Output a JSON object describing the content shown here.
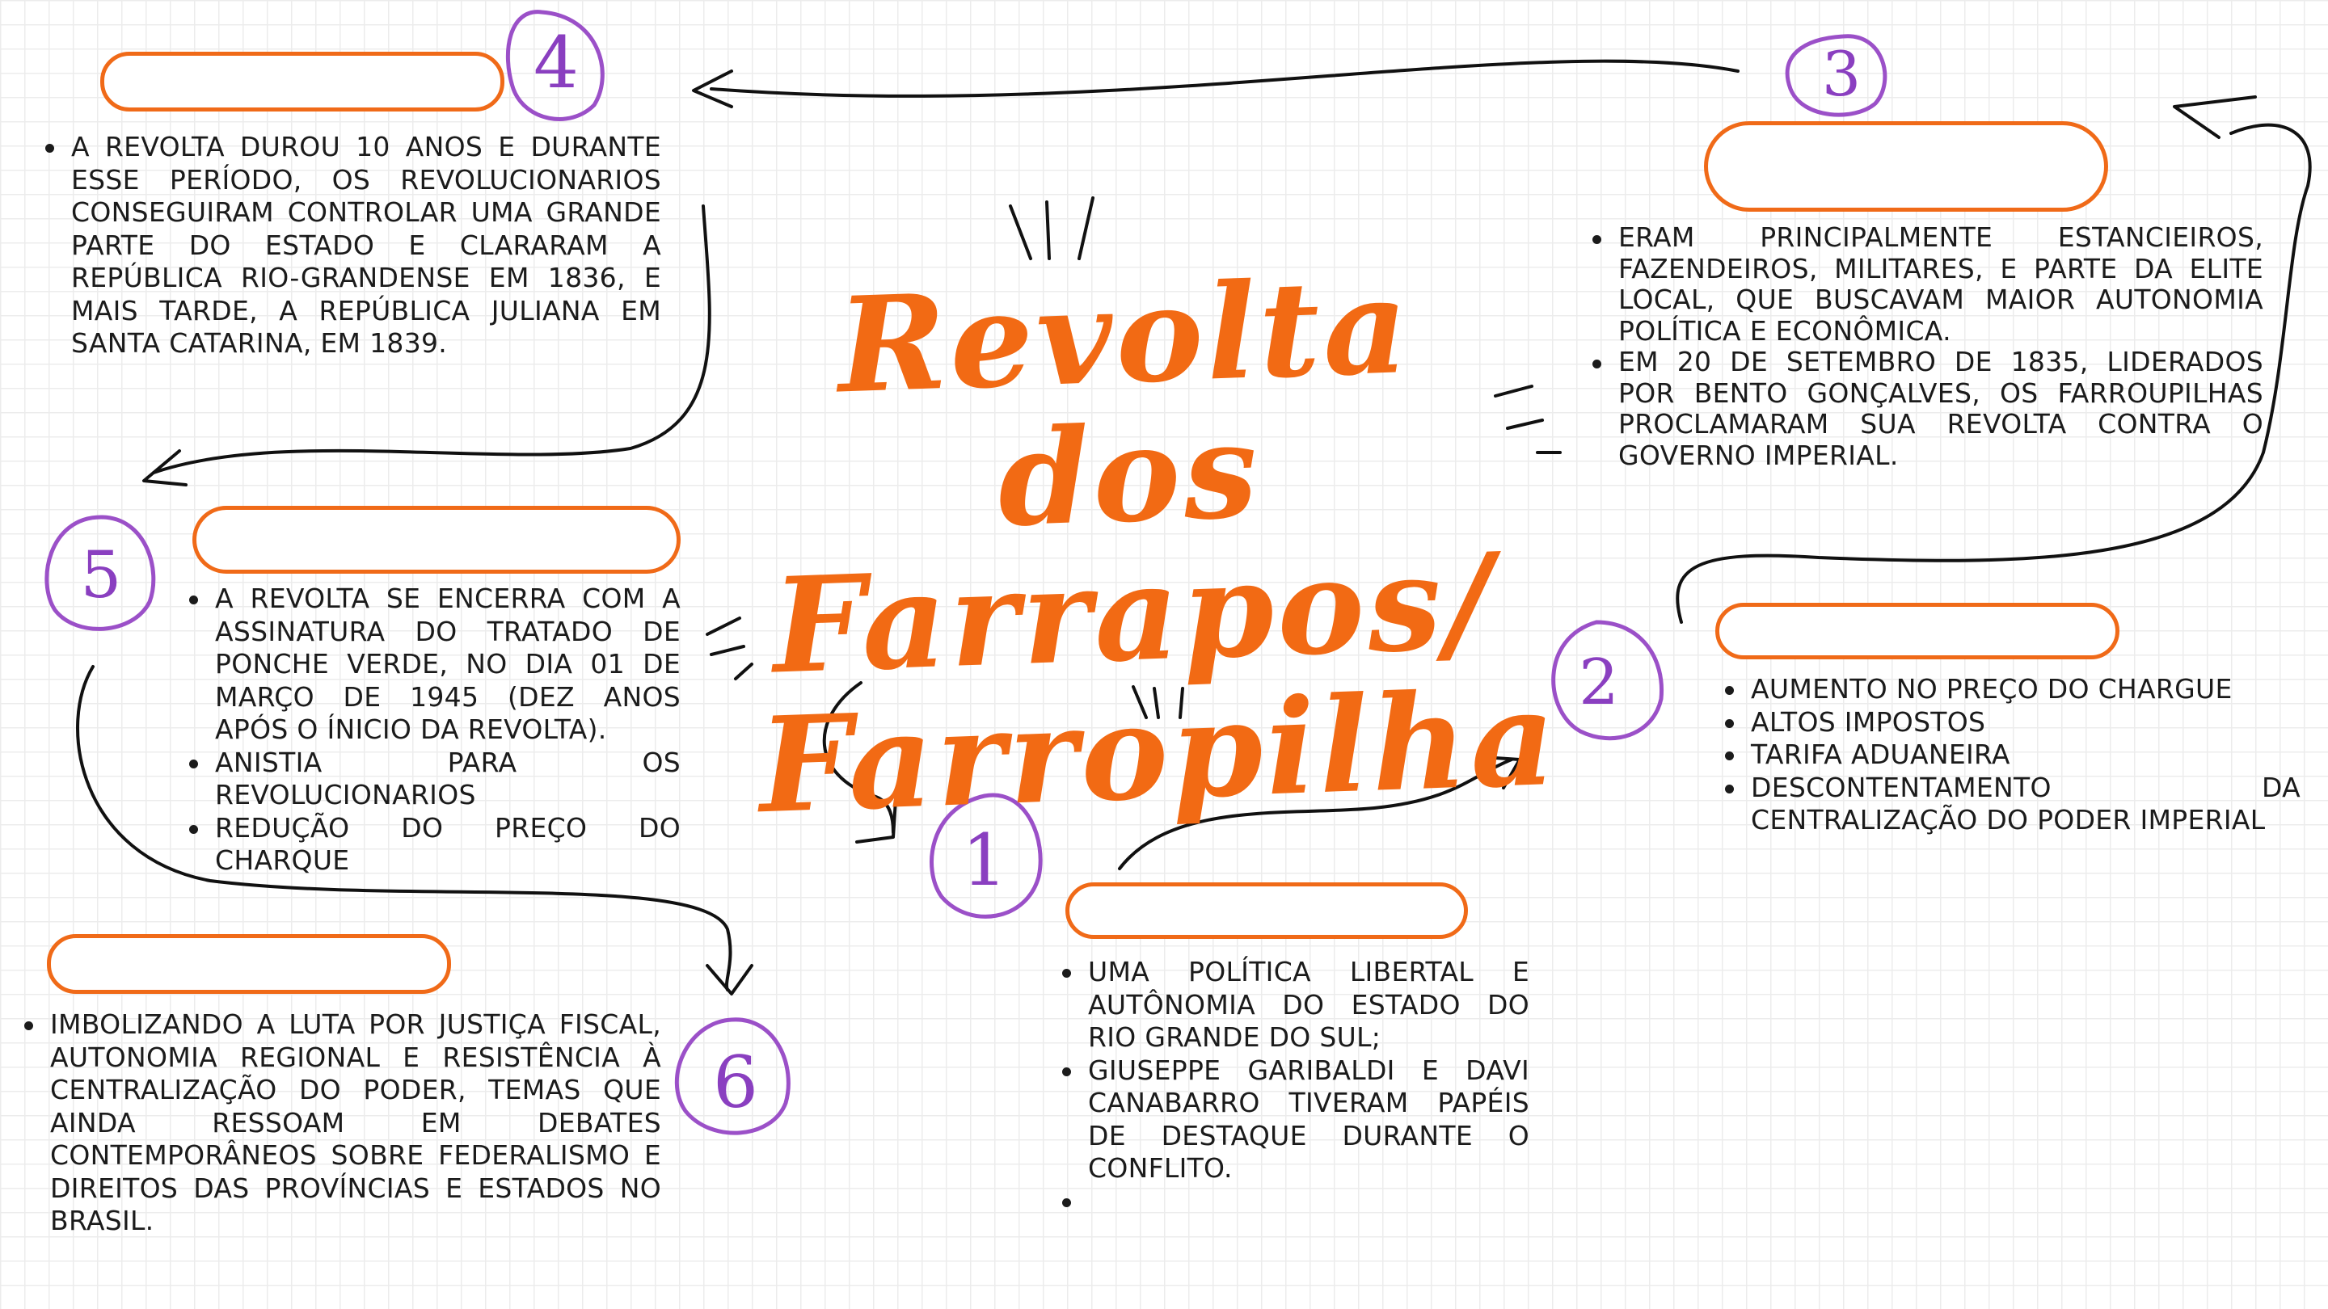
{
  "title": {
    "line1": "Revolta dos",
    "line2": "Farrapos/",
    "line3": "Farropilha"
  },
  "numbers": {
    "n1": "1",
    "n2": "2",
    "n3": "3",
    "n4": "4",
    "n5": "5",
    "n6": "6"
  },
  "section1": {
    "items": [
      "Uma política libertal e autônomia do estado do Rio Grande do Sul;",
      "Giuseppe Garibaldi e Davi Canabarro tiveram papéis de destaque durante o conflito.",
      ""
    ]
  },
  "section2": {
    "items": [
      "Aumento no preço do chargue",
      "Altos impostos",
      "Tarifa aduaneira",
      "Descontentamento da centralização do poder imperial"
    ]
  },
  "section3": {
    "items": [
      "Eram principalmente estancieiros, fazendeiros, militares, e parte da elite local, que buscavam maior autonomia política e econômica.",
      "Em 20 de setembro de 1835, liderados por Bento Gonçalves, os farroupilhas proclamaram sua revolta contra o governo imperial."
    ]
  },
  "section4": {
    "items": [
      "A revolta durou 10 anos e durante esse período, os revolucionarios conseguiram controlar uma grande parte do estado e clararam a República Rio-Grandense em 1836, e mais tarde, a República Juliana em Santa Catarina, em 1839."
    ]
  },
  "section5": {
    "items": [
      "A revolta se encerra com a assinatura do Tratado de Ponche Verde, no dia 01 de março de 1945 (dez anos após o ínicio da revolta).",
      "Anistia para os revolucionarios",
      "Redução do preço do charque"
    ]
  },
  "section6": {
    "items": [
      "imbolizando a luta por justiça fiscal, autonomia regional e resistência à centralização do poder, temas que ainda ressoam em debates contemporâneos sobre federalismo e direitos das províncias e estados no Brasil."
    ]
  },
  "colors": {
    "accent_orange": "#f26a14",
    "number_purple": "#8a3fc0",
    "arrow_black": "#111111"
  }
}
